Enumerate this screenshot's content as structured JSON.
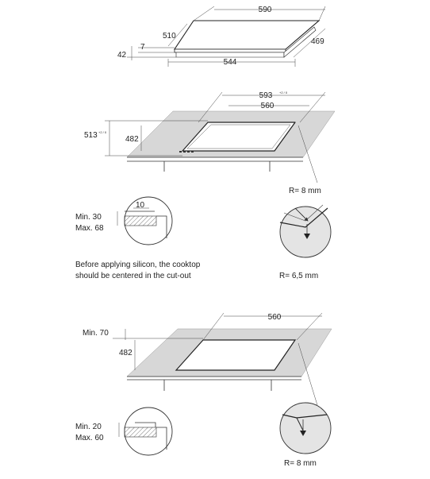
{
  "top": {
    "dims": {
      "w590": "590",
      "d510": "510",
      "h7": "7",
      "h42": "42",
      "d469": "469",
      "w544": "544"
    }
  },
  "mid": {
    "dims": {
      "w593": "593",
      "w593_tol": "+2 / 0",
      "w560": "560",
      "d513": "513",
      "d513_tol": "+2 / 0",
      "d482": "482",
      "r_top": "R= 8 mm",
      "r_bottom": "R= 6,5 mm"
    },
    "section": {
      "gap": "10",
      "min": "Min. 30",
      "max": "Max. 68"
    },
    "note_line1": "Before applying silicon, the cooktop",
    "note_line2": "should be centered in the cut-out"
  },
  "bottom": {
    "dims": {
      "w560": "560",
      "min70": "Min. 70",
      "d482": "482",
      "r": "R= 8 mm"
    },
    "section": {
      "min": "Min. 20",
      "max": "Max. 60"
    }
  }
}
